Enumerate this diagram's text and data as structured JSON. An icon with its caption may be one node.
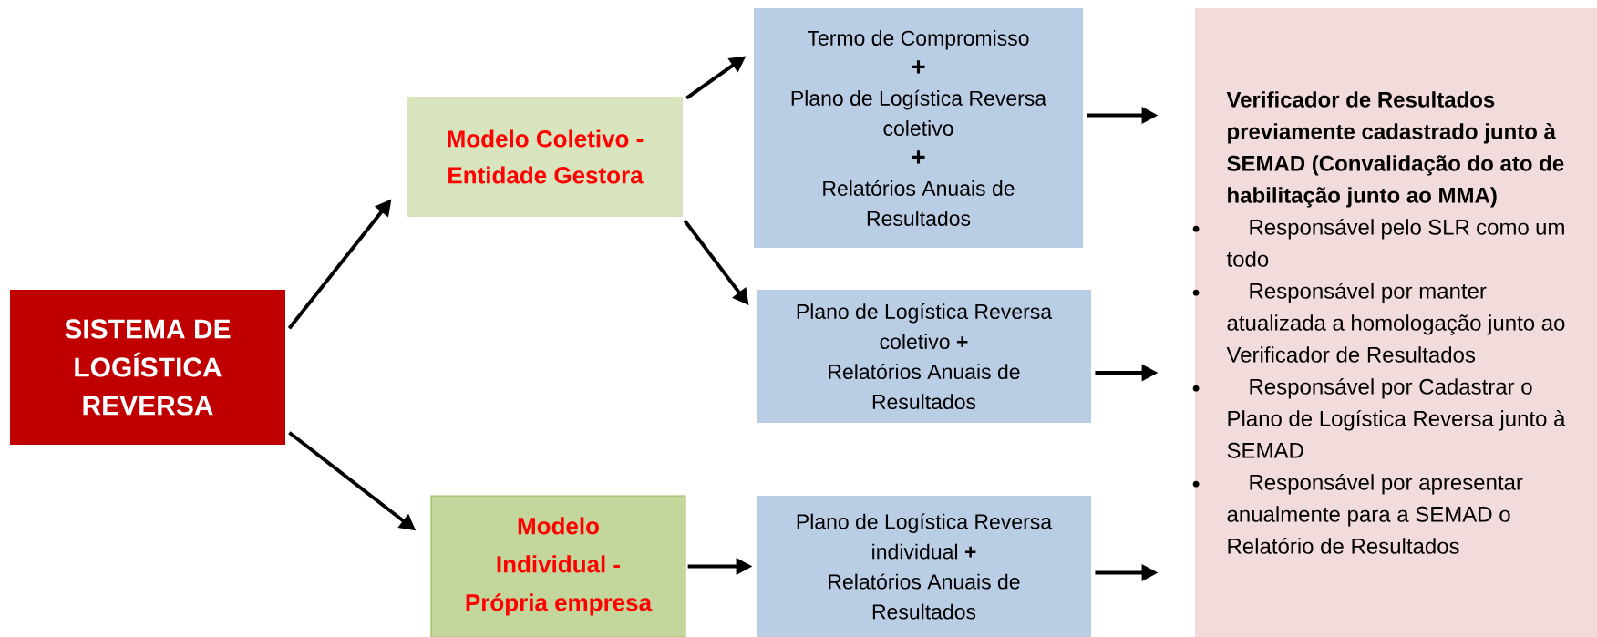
{
  "diagram": {
    "nodes": [
      {
        "text": [
          "SISTEMA DE LOGÍSTICA REVERSA"
        ]
      },
      {
        "text": [
          "Modelo Coletivo - Entidade Gestora"
        ]
      },
      {
        "text": [
          "Modelo Individual - Própria empresa"
        ]
      },
      {
        "text": [
          "Termo de Compromisso",
          "+",
          "Plano de Logística Reversa coletivo",
          "+",
          "Relatórios Anuais de Resultados"
        ]
      },
      {
        "text": [
          "Plano de Logística Reversa coletivo **+**",
          "Relatórios Anuais de Resultados"
        ]
      },
      {
        "text": [
          "Plano de Logística Reversa individual **+**",
          "Relatórios Anuais de Resultados"
        ]
      },
      {
        "text": [
          "Verificador de Resultados previamente cadastrado junto à SEMAD (Convalidação do ato de habilitação junto ao MMA)",
          "Responsável pelo SLR como um todo",
          "Responsável por manter atualizada a homologação junto ao Verificador de Resultados",
          "Responsável por Cadastrar o Plano de Logística Reversa junto à SEMAD",
          "Responsável por apresentar anualmente para a SEMAD o Relatório de Resultados"
        ]
      }
    ],
    "edges": [
      {
        "from": 0,
        "to": 1,
        "arrow": "to"
      },
      {
        "from": 1,
        "to": 3,
        "arrow": "to"
      },
      {
        "from": 1,
        "to": 4,
        "arrow": "to"
      },
      {
        "from": 0,
        "to": 2,
        "arrow": "to"
      },
      {
        "from": 2,
        "to": 5,
        "arrow": "to"
      },
      {
        "from": 3,
        "to": 6,
        "arrow": "to"
      },
      {
        "from": 4,
        "to": 6,
        "arrow": "to"
      },
      {
        "from": 5,
        "to": 6,
        "arrow": "to"
      }
    ]
  }
}
